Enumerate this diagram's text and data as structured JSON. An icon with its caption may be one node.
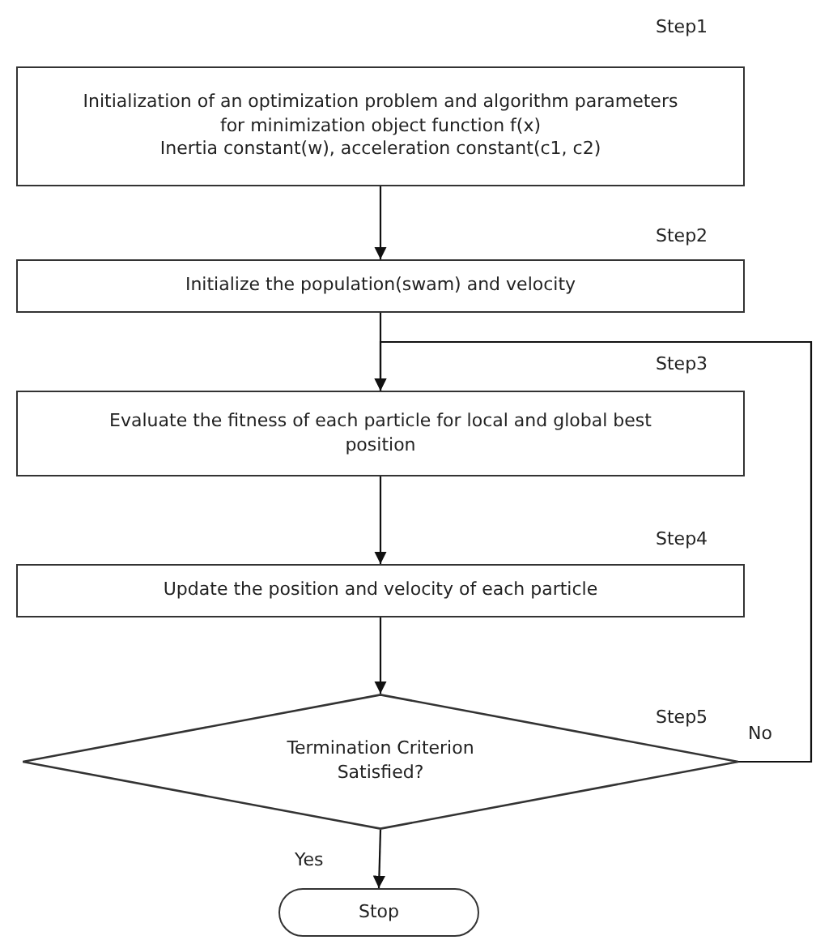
{
  "diagram": {
    "nodes": [
      {
        "text": [
          "Initialization of an optimization problem and algorithm parameters for minimization object function f(x)",
          "Inertia constant(w), acceleration constant(c1, c2)"
        ],
        "beside": [
          "Step1"
        ]
      },
      {
        "text": [
          "Initialize the population(swam) and velocity"
        ],
        "beside": [
          "Step2"
        ]
      },
      {
        "text": [
          "Evaluate the fitness of each particle for local and global best position"
        ],
        "beside": [
          "Step3"
        ]
      },
      {
        "text": [
          "Update the position and velocity of each particle"
        ],
        "beside": [
          "Step4"
        ]
      },
      {
        "text": [
          "Termination Criterion Satisfied?"
        ],
        "beside": [
          "Step5"
        ]
      },
      {
        "text": [
          "Stop"
        ]
      }
    ],
    "edges": [
      {
        "from": 0,
        "to": 1,
        "arrow": "to"
      },
      {
        "from": 1,
        "to": 2,
        "arrow": "to"
      },
      {
        "from": 2,
        "to": 3,
        "arrow": "to"
      },
      {
        "from": 3,
        "to": 4,
        "arrow": "to"
      },
      {
        "from": 4,
        "to": 5,
        "arrow": "to",
        "label": "Yes"
      },
      {
        "from": 4,
        "to": 2,
        "arrow": "to",
        "label": "No"
      }
    ]
  }
}
